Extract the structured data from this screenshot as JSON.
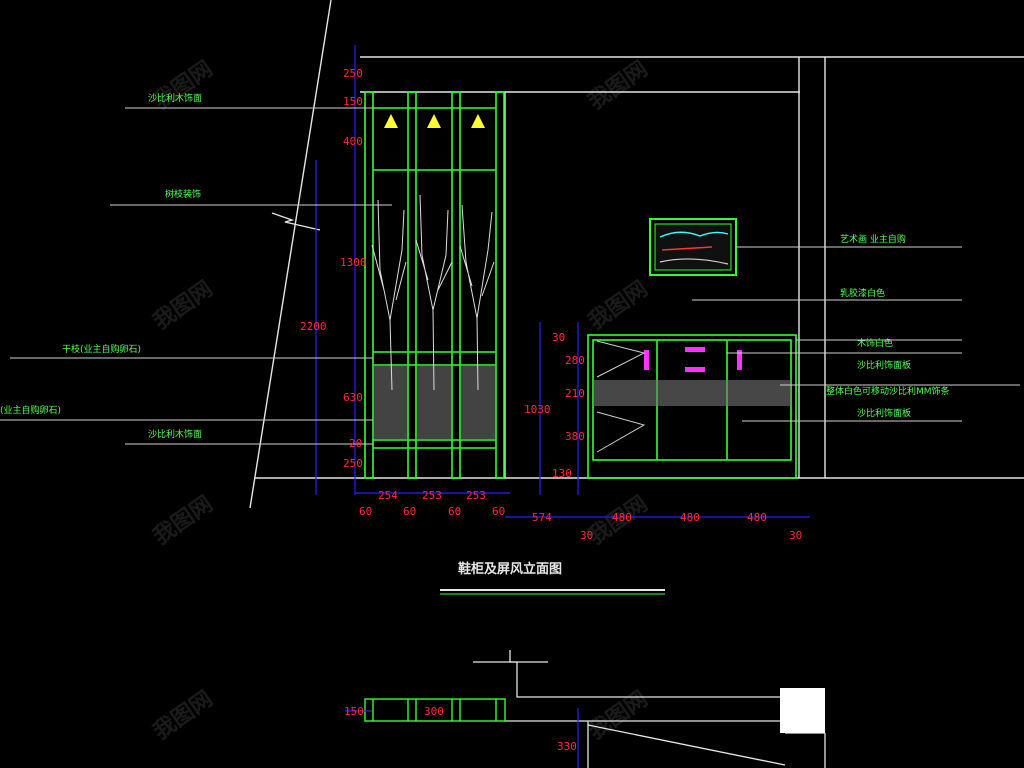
{
  "title": "鞋柜及屏风立面图",
  "watermark": "我图网",
  "colors": {
    "background": "#000000",
    "frame": "#e6e6e6",
    "cabinet": "#33ff33",
    "dimension": "#ff2a2a",
    "dimension_line": "#2222ff",
    "leader": "#cfcfcf",
    "label": "#55ff55",
    "accent": "#ff33ff",
    "lamp": "#ffff33"
  },
  "left_vertical_dims": [
    "250",
    "150",
    "400",
    "1300",
    "630",
    "20",
    "250"
  ],
  "overall_height": "2200",
  "right_vertical_dims": [
    "30",
    "280",
    "210",
    "380",
    "130"
  ],
  "cabinet_height": "1030",
  "screen_width_dims": [
    "254",
    "253",
    "253"
  ],
  "screen_post_dims": [
    "60",
    "60",
    "60",
    "60"
  ],
  "cabinet_width_dims": [
    "574",
    "480",
    "480",
    "480"
  ],
  "cabinet_edge_dims": [
    "30",
    "30"
  ],
  "section_dims": [
    "150",
    "300",
    "330"
  ],
  "left_labels": [
    "沙比利木饰面",
    "树枝装饰",
    "干枝(业主自购卵石)",
    "(业主自购卵石)",
    "沙比利木饰面"
  ],
  "right_labels": [
    "艺术画 业主自购",
    "乳胶漆白色",
    "木饰白色",
    "沙比利饰面板",
    "整体白色可移动沙比利MM饰条",
    "沙比利饰面板"
  ]
}
